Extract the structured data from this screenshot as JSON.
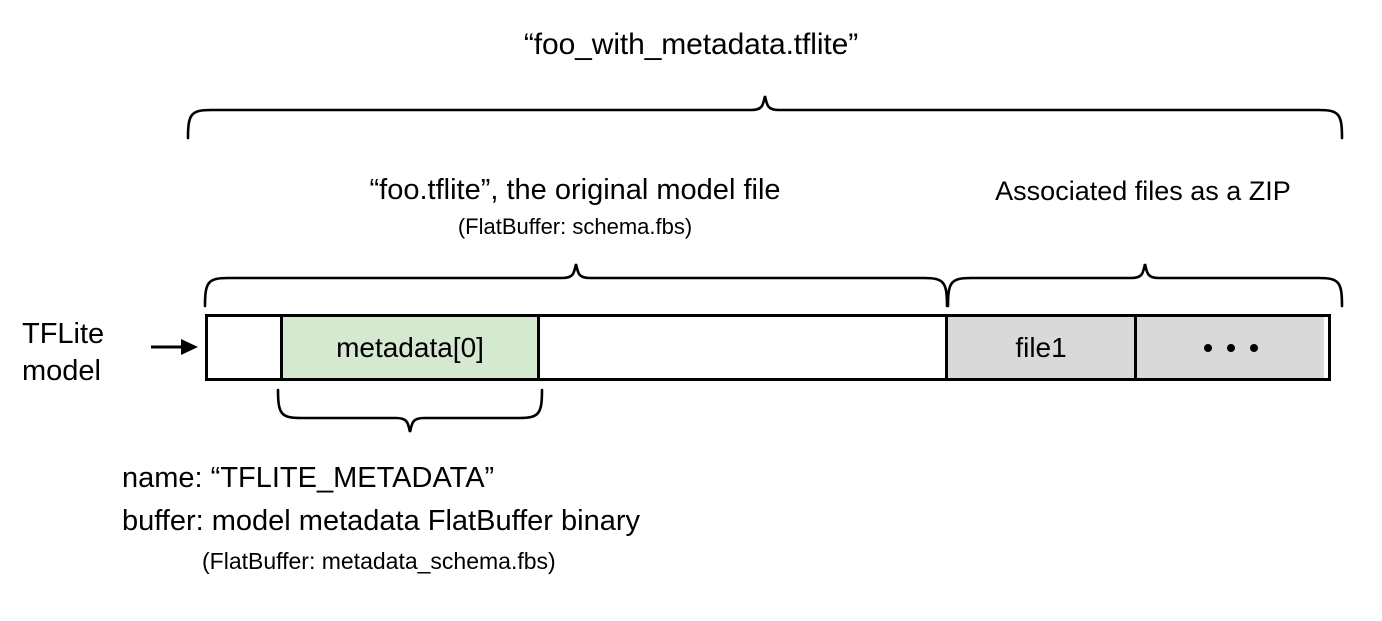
{
  "diagram": {
    "title": "“foo_with_metadata.tflite”",
    "left_label_line1": "TFLite",
    "left_label_line2": "model",
    "model_file": {
      "label": "“foo.tflite”, the original model file",
      "sublabel": "(FlatBuffer: schema.fbs)"
    },
    "zip": {
      "label": "Associated files as a ZIP"
    },
    "bar_segments": [
      {
        "name": "header",
        "label": "",
        "fill": "#ffffff"
      },
      {
        "name": "metadata",
        "label": "metadata[0]",
        "fill": "#d5e8d0"
      },
      {
        "name": "body",
        "label": "",
        "fill": "#ffffff"
      },
      {
        "name": "file1",
        "label": "file1",
        "fill": "#d9d9d9"
      },
      {
        "name": "more",
        "label": "",
        "fill": "#d9d9d9"
      }
    ],
    "annotation": {
      "name_line": "name: “TFLITE_METADATA”",
      "buffer_line": "buffer: model metadata FlatBuffer binary",
      "schema_line": "(FlatBuffer: metadata_schema.fbs)"
    },
    "icons": {
      "arrow": "arrow-right-icon",
      "ellipsis": "ellipsis-icon"
    },
    "colors": {
      "stroke": "#000000",
      "metadata_fill": "#d5e8d0",
      "zip_fill": "#d9d9d9",
      "background": "#ffffff"
    }
  }
}
